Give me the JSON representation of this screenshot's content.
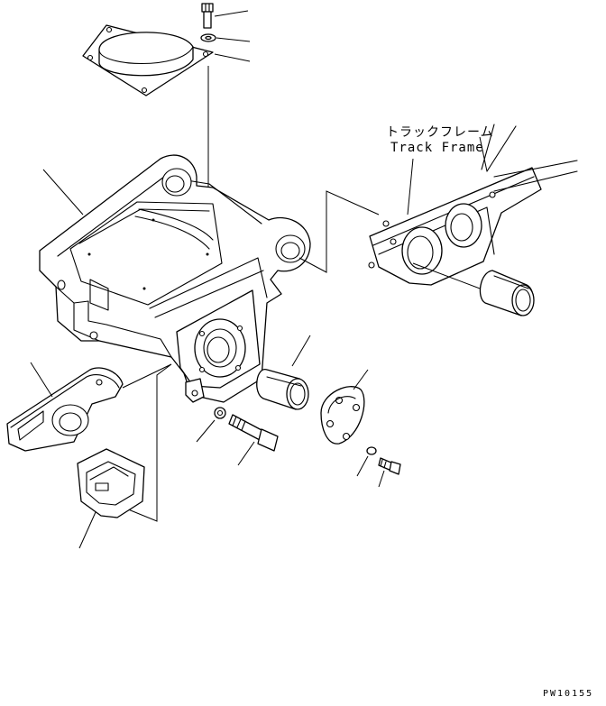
{
  "callout": {
    "track_frame_jp": "トラックフレーム",
    "track_frame_en": "Track Frame"
  },
  "drawing_code": "PW10155",
  "colors": {
    "line": "#000000",
    "background": "#ffffff"
  }
}
